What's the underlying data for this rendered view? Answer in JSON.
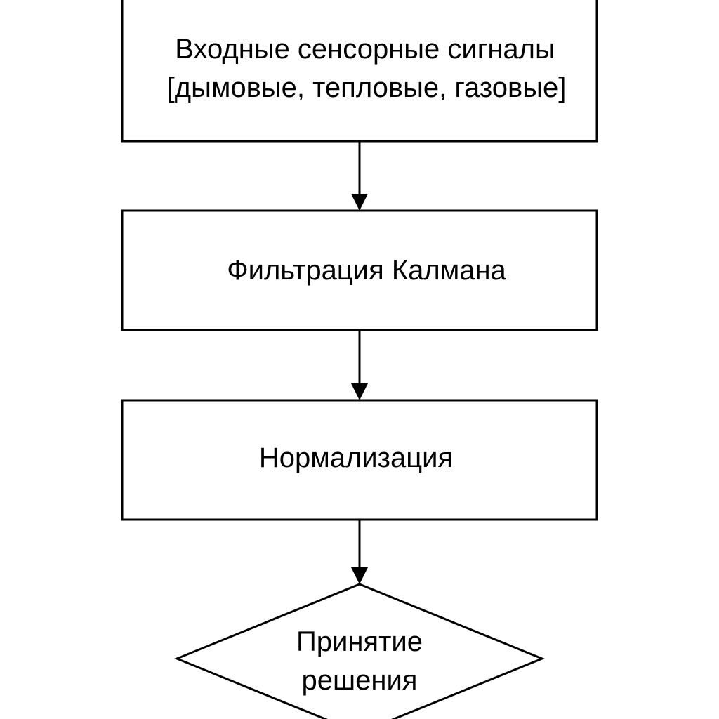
{
  "diagram": {
    "nodes": [
      {
        "id": "input",
        "shape": "rectangle",
        "lines": [
          "Входные сенсорные сигналы",
          "[дымовые, тепловые, газовые]"
        ]
      },
      {
        "id": "kalman",
        "shape": "rectangle",
        "lines": [
          "Фильтрация Калмана"
        ]
      },
      {
        "id": "normalization",
        "shape": "rectangle",
        "lines": [
          "Нормализация"
        ]
      },
      {
        "id": "decision",
        "shape": "diamond",
        "lines": [
          "Принятие",
          "решения"
        ]
      }
    ],
    "edges": [
      {
        "from": "input",
        "to": "kalman"
      },
      {
        "from": "kalman",
        "to": "normalization"
      },
      {
        "from": "normalization",
        "to": "decision"
      }
    ],
    "colors": {
      "stroke": "#000000",
      "fill": "#ffffff",
      "text": "#000000"
    }
  }
}
